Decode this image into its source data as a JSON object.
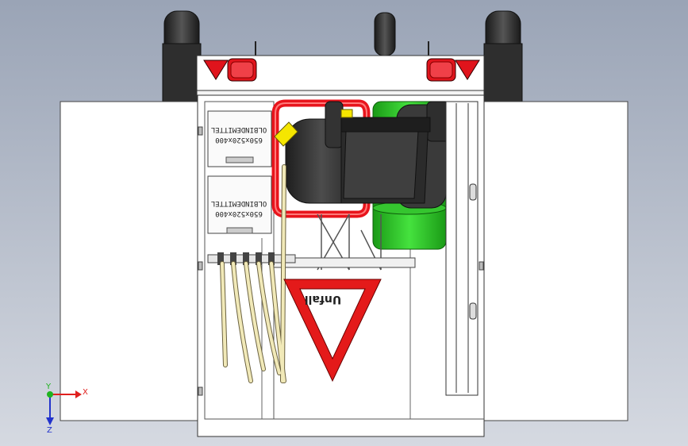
{
  "viewport": {
    "background_top": "#9aa4b6",
    "background_bottom": "#d5d9e1"
  },
  "model": {
    "label_upper_line1": "650x520x400",
    "label_upper_line2": "OLBINDEMITTEL",
    "label_lower_line1": "650x520x400",
    "label_lower_line2": "OLBINDEMITTEL",
    "warning_sign_text": "Unfall",
    "colors": {
      "body": "#ffffff",
      "outline": "#333333",
      "tire": "#2b2b2b",
      "reflector_red": "#e0141c",
      "pipe_red": "#e8141c",
      "tank_green": "#2fd12a",
      "machine_dark": "#2e2e2e",
      "hose_cream": "#f1e9b8",
      "warning_red": "#e41a1a",
      "yellow": "#f5e600"
    }
  },
  "triad": {
    "x_label": "X",
    "y_label": "Y",
    "z_label": "Z",
    "x_color": "#e0201e",
    "y_color": "#1fb31f",
    "z_color": "#2233cc"
  }
}
